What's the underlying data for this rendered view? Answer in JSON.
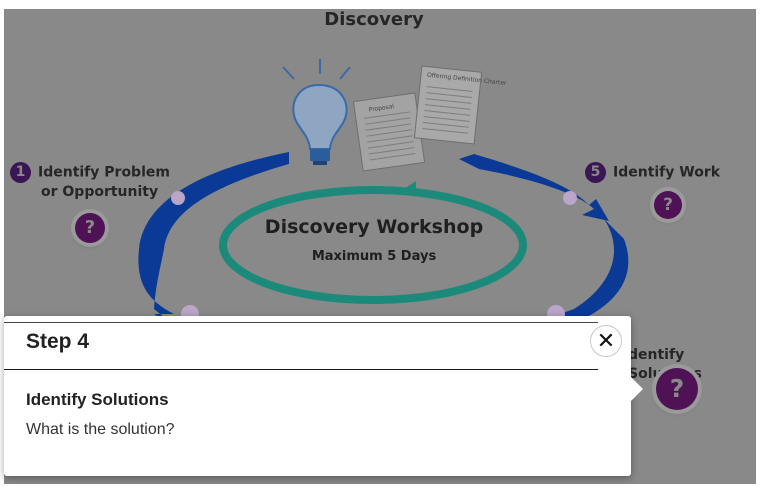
{
  "diagram": {
    "title": "Discovery",
    "workshop_title": "Discovery Workshop",
    "workshop_subtitle": "Maximum 5 Days",
    "doc_proposal": "Proposal",
    "doc_charter": "Offering Definition Charter",
    "steps": [
      {
        "number": "1",
        "label_line1": "Identify Problem",
        "label_line2": "or Opportunity"
      },
      {
        "number": "5",
        "label": "Identify Work"
      },
      {
        "label": "dentify Solutions"
      }
    ],
    "help_icon": "question-mark-icon",
    "colors": {
      "background": "#898989",
      "arrow_blue": "#0a3a96",
      "ring_teal": "#1b8a7a",
      "badge_purple": "#4f1254"
    }
  },
  "popup": {
    "step_title": "Step 4",
    "heading": "Identify Solutions",
    "body": "What is the solution?",
    "close_glyph": "✕"
  }
}
